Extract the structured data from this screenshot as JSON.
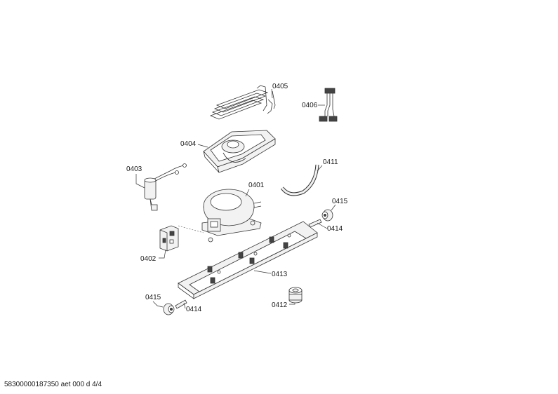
{
  "parts": [
    {
      "id": "p0405",
      "label": "0405"
    },
    {
      "id": "p0406",
      "label": "0406"
    },
    {
      "id": "p0404",
      "label": "0404"
    },
    {
      "id": "p0403",
      "label": "0403"
    },
    {
      "id": "p0411",
      "label": "0411"
    },
    {
      "id": "p0401",
      "label": "0401"
    },
    {
      "id": "p0415a",
      "label": "0415"
    },
    {
      "id": "p0414a",
      "label": "0414"
    },
    {
      "id": "p0402",
      "label": "0402"
    },
    {
      "id": "p0413",
      "label": "0413"
    },
    {
      "id": "p0412",
      "label": "0412"
    },
    {
      "id": "p0415b",
      "label": "0415"
    },
    {
      "id": "p0414b",
      "label": "0414"
    }
  ],
  "footer": {
    "text": "58300000187350 aet 000 d 4/4"
  }
}
